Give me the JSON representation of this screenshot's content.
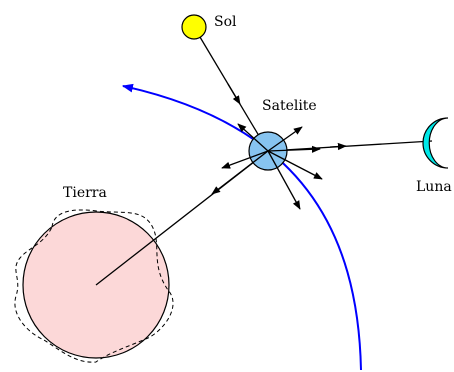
{
  "labels": {
    "sun": "Sol",
    "satellite": "Satelite",
    "moon": "Luna",
    "earth": "Tierra"
  },
  "colors": {
    "sun_fill": "#ffff00",
    "satellite_fill": "#87c4f0",
    "moon_fill": "#00e8e8",
    "earth_fill": "#fcd8d8",
    "orbit": "#0000ff",
    "ink": "#000000"
  }
}
